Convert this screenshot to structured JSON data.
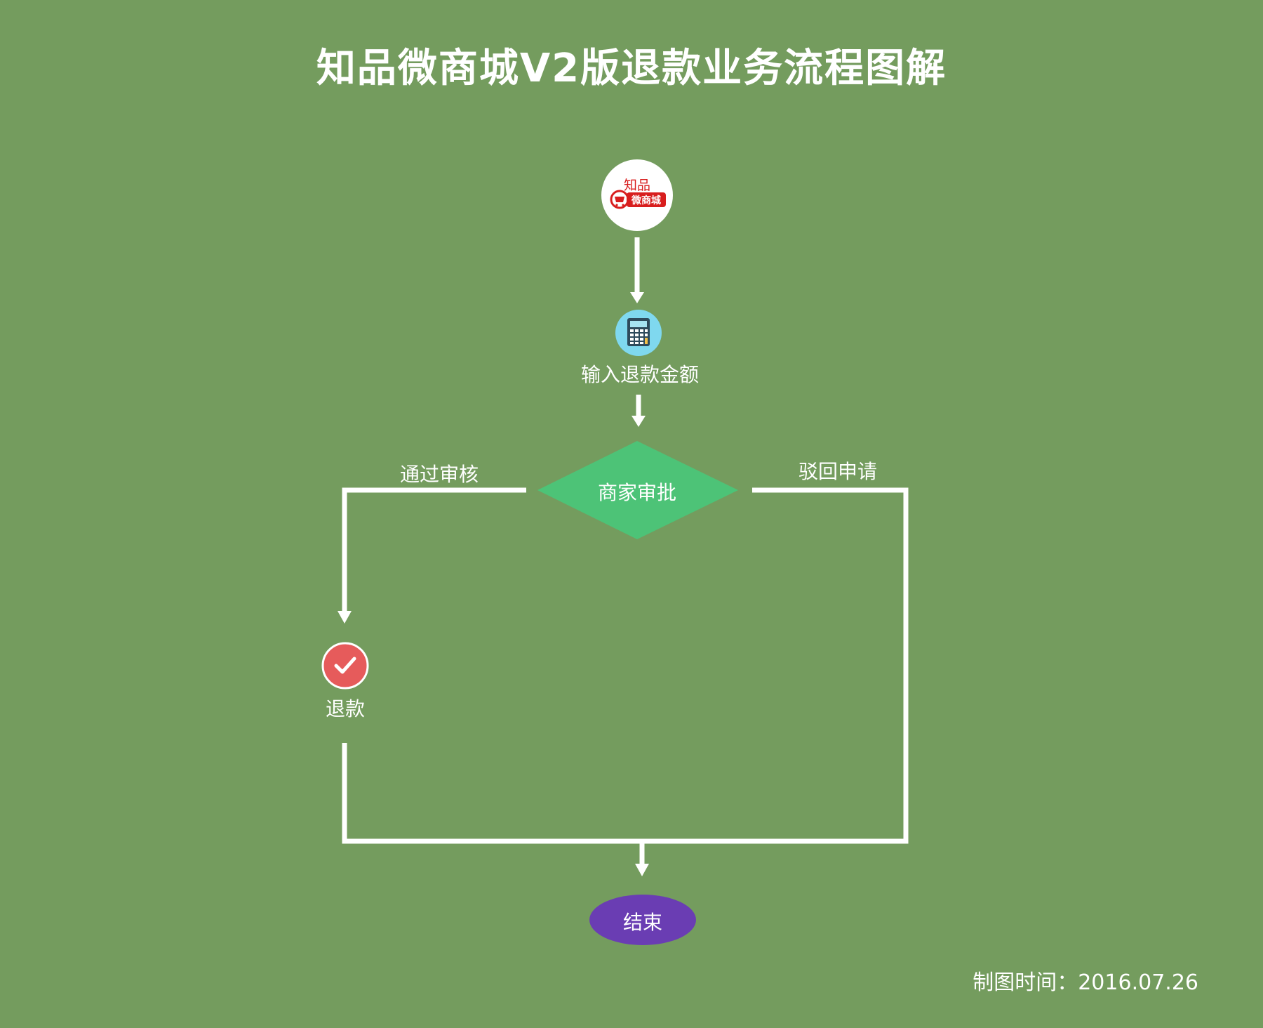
{
  "title": "知品微商城V2版退款业务流程图解",
  "logo": {
    "top_text": "知品",
    "badge_text": "微商城",
    "icon": "shopping-cart-icon"
  },
  "nodes": {
    "input_amount": {
      "label": "输入退款金额",
      "icon": "calculator-icon"
    },
    "merchant_review": {
      "label": "商家审批"
    },
    "refund": {
      "label": "退款",
      "icon": "checkmark-icon"
    },
    "end": {
      "label": "结束"
    }
  },
  "edges": {
    "approve": "通过审核",
    "reject": "驳回申请"
  },
  "footer": {
    "date_label": "制图时间：",
    "date": "2016.07.26"
  },
  "colors": {
    "background": "#749c5e",
    "decision": "#4dc377",
    "end": "#6a3db3",
    "refund": "#e65b5b",
    "calculator": "#7fd8ef",
    "logo_red": "#d81e1e"
  }
}
